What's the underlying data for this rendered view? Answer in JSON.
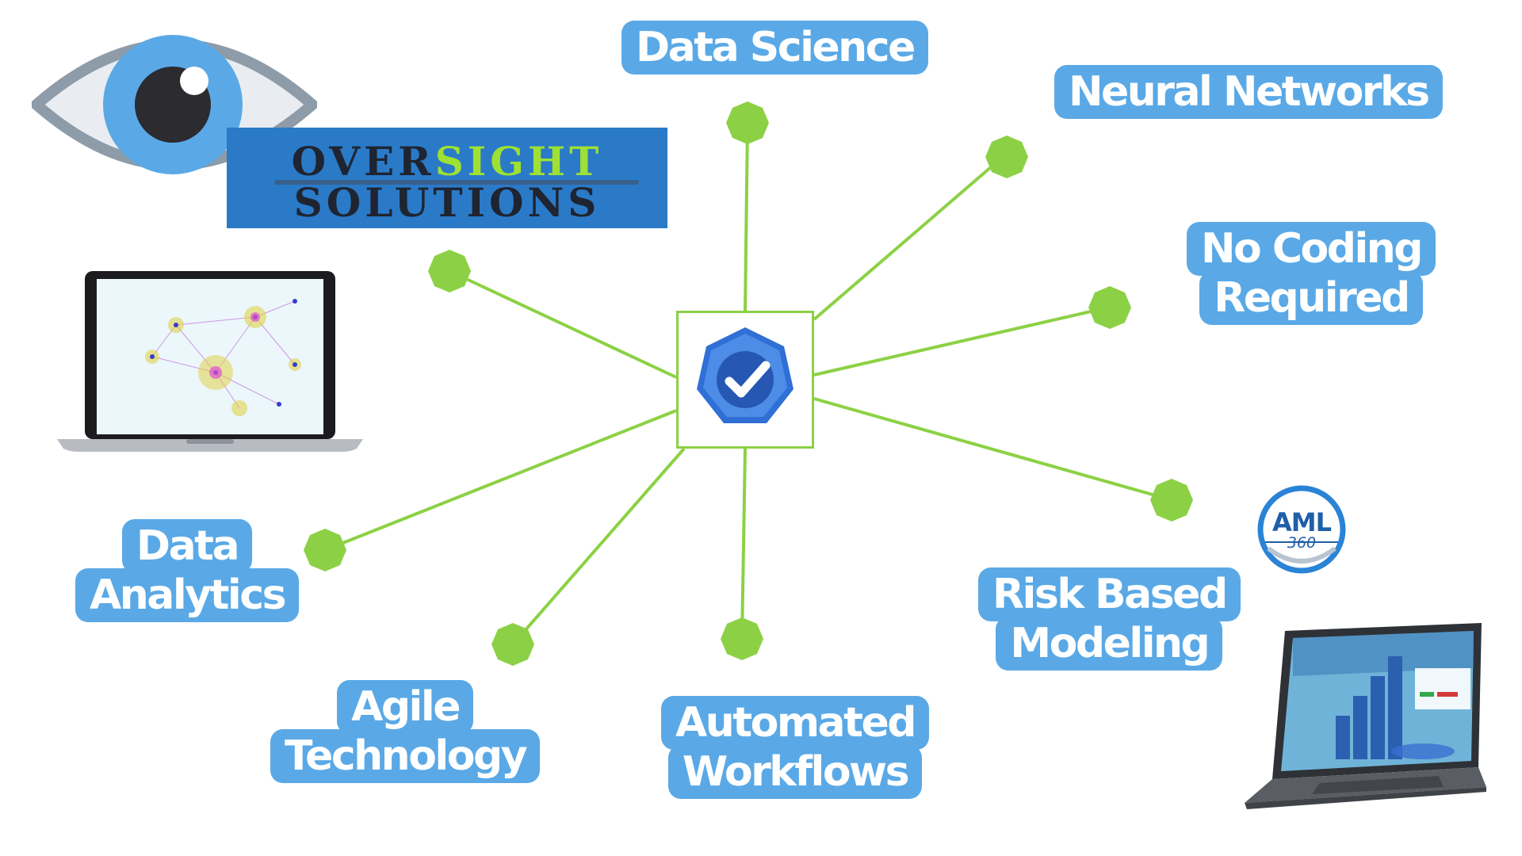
{
  "brand": {
    "line1_a": "OVER",
    "line1_b": "SIGHT",
    "line2": "SOLUTIONS"
  },
  "aml_logo": {
    "main": "AML",
    "sub": "360"
  },
  "labels": {
    "data_science": [
      "Data Science"
    ],
    "neural_networks": [
      "Neural Networks"
    ],
    "no_coding": [
      "No Coding",
      "Required"
    ],
    "risk_modeling": [
      "Risk Based",
      "Modeling"
    ],
    "automated_workflows": [
      "Automated",
      "Workflows"
    ],
    "agile_technology": [
      "Agile",
      "Technology"
    ],
    "data_analytics": [
      "Data",
      "Analytics"
    ]
  },
  "colors": {
    "label_bg": "#5aa9e6",
    "connector": "#8cd145",
    "hub_icon": "#2f6fd6",
    "brand_bg": "#2a7ac8",
    "brand_accent": "#9ee033"
  },
  "icons": {
    "hub": "checkmark-badge-icon",
    "eye": "eye-icon",
    "laptop_network": "laptop-network-graph-icon",
    "laptop_dashboard": "laptop-dashboard-icon",
    "aml": "aml-360-logo"
  }
}
